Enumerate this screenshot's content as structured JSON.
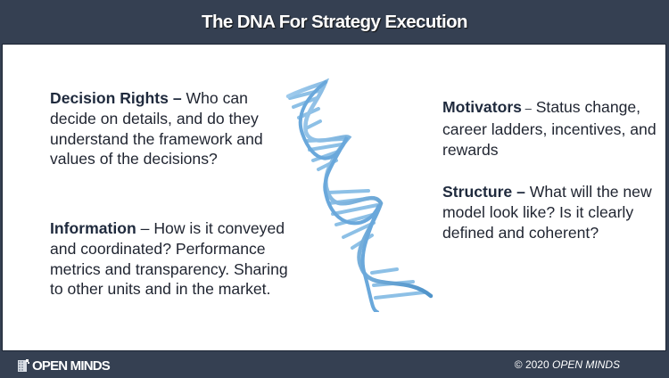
{
  "header": {
    "title": "The DNA For Strategy Execution"
  },
  "blocks": {
    "decision_rights": {
      "heading": "Decision Rights –",
      "text": " Who can decide on details, and do they understand the framework and values of the decisions?"
    },
    "information": {
      "heading": "Information",
      "separator": " –",
      "text": " How is it conveyed and coordinated? Performance metrics and transparency. Sharing to other units and in the market."
    },
    "motivators": {
      "heading": "Motivators",
      "separator": " –",
      "text": " Status change, career ladders, incentives, and rewards"
    },
    "structure": {
      "heading": "Structure –",
      "text": " What will the new model look like? Is it clearly defined and coherent?"
    }
  },
  "image": {
    "icon": "dna-helix-icon",
    "color": "#7bb6e0"
  },
  "footer": {
    "logo_icon": "open-minds-logo-icon",
    "logo_text": "OPEN MINDS",
    "copyright_symbol": "© 2020 ",
    "copyright_owner": "OPEN MINDS"
  },
  "colors": {
    "frame": "#354052",
    "panel": "#ffffff",
    "text": "#1f2430"
  }
}
